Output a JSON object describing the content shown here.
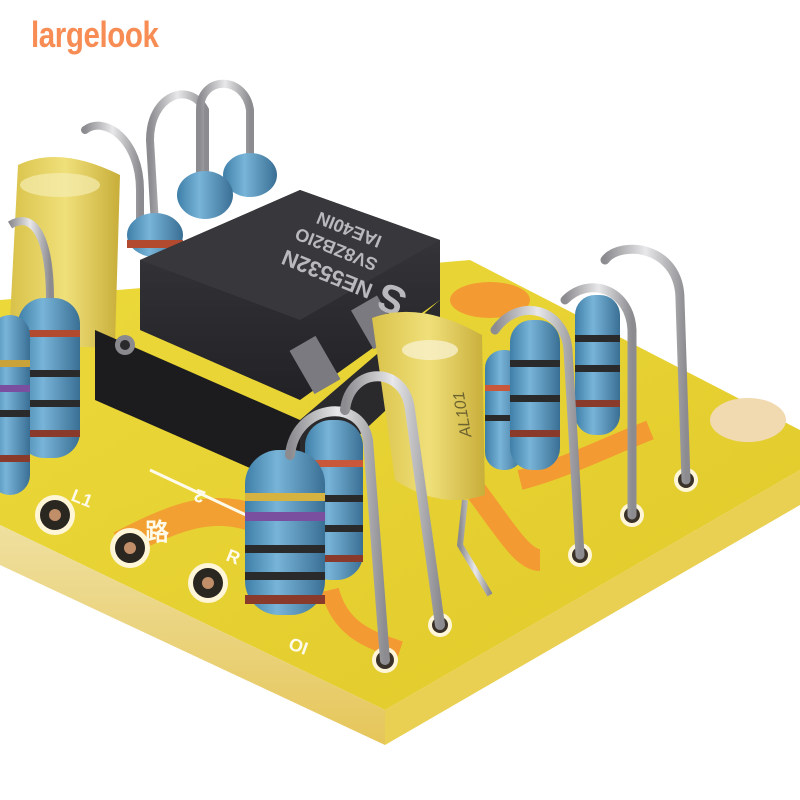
{
  "watermark": {
    "text": "largelook",
    "color": "#f78c54"
  },
  "product": {
    "description": "NE5532 dual op-amp preamplifier PCB module",
    "chip": {
      "line1": "NE5532N",
      "line2": "SV8ZB2IO",
      "line3": "IAE40IN",
      "logo": "S",
      "body_color": "#2e2e32"
    },
    "pcb_color": "#e8d634",
    "trace_color": "#f39a32",
    "capacitor_color": "#e3cf58",
    "capacitor_label": "AL101",
    "resistor_color": "#5a9dc6",
    "silkscreen": {
      "label_l1": "L1",
      "label_r": "R",
      "label_io": "IO",
      "label_2": "2",
      "label_chinese": "路"
    }
  }
}
